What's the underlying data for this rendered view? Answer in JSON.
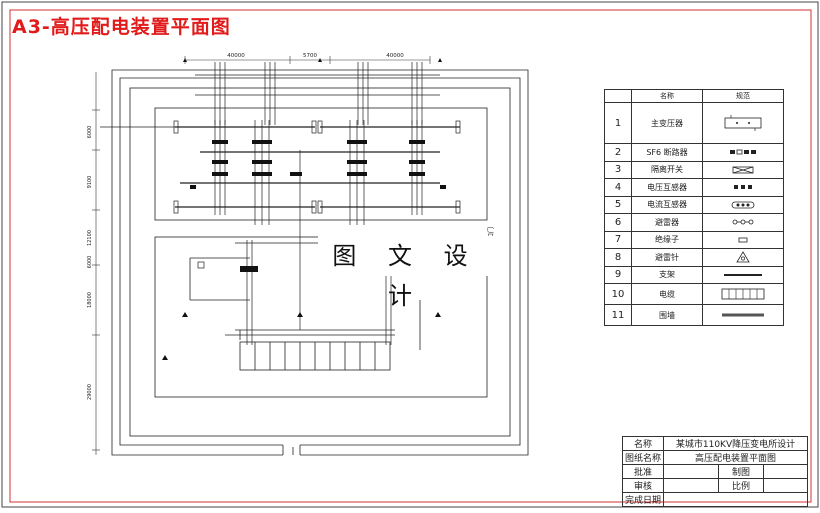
{
  "drawing": {
    "title": "A3-高压配电装置平面图",
    "watermark": "图 文 设 计",
    "dim_top_left": "40000",
    "dim_top_mid": "5700",
    "dim_top_right": "40000",
    "dim_left": [
      "6000",
      "9100",
      "12100",
      "6000",
      "18000",
      "29000"
    ],
    "gate_label": "入口门"
  },
  "legend": {
    "header": {
      "name": "名称",
      "symbol": "规范"
    },
    "rows": [
      {
        "no": "1",
        "name": "主变压器",
        "icon": "transformer-icon"
      },
      {
        "no": "2",
        "name": "SF6 断路器",
        "icon": "breaker-icon"
      },
      {
        "no": "3",
        "name": "隔离开关",
        "icon": "disconnector-icon"
      },
      {
        "no": "4",
        "name": "电压互感器",
        "icon": "voltage-transformer-icon"
      },
      {
        "no": "5",
        "name": "电流互感器",
        "icon": "current-transformer-icon"
      },
      {
        "no": "6",
        "name": "避雷器",
        "icon": "arrester-icon"
      },
      {
        "no": "7",
        "name": "绝缘子",
        "icon": "insulator-icon"
      },
      {
        "no": "8",
        "name": "避雷针",
        "icon": "lightning-rod-icon"
      },
      {
        "no": "9",
        "name": "支架",
        "icon": "bracket-icon"
      },
      {
        "no": "10",
        "name": "电缆",
        "icon": "cable-icon"
      },
      {
        "no": "11",
        "name": "围墙",
        "icon": "wall-icon"
      }
    ]
  },
  "title_block": {
    "name_label": "名称",
    "name_value": "某城市110KV降压变电所设计",
    "sheet_label": "图纸名称",
    "sheet_value": "高压配电装置平面图",
    "approve_label": "批准",
    "draw_label": "制图",
    "review_label": "审核",
    "scale_label": "比例",
    "date_label": "完成日期"
  },
  "colors": {
    "title": "#e11a1a",
    "line": "#222222",
    "border": "#333333"
  }
}
